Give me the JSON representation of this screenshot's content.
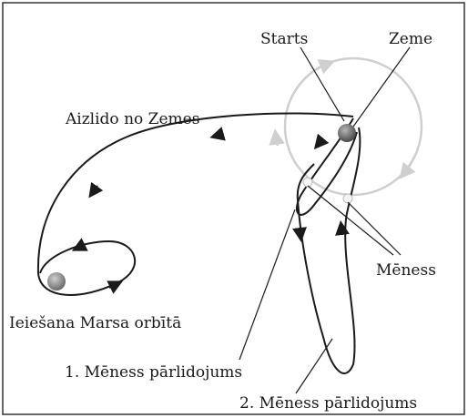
{
  "labels": {
    "launch": "Starts",
    "earth": "Zeme",
    "depart_earth": "Aizlido no Zemes",
    "moon": "Mēness",
    "mars_orbit_insertion": "Ieiešana Marsa orbītā",
    "first_lunar_flyby": "1. Mēness pārlidojums",
    "second_lunar_flyby": "2. Mēness pārlidojums"
  },
  "colors": {
    "frame": "#333333",
    "trajectory": "#1a1a1a",
    "moon_orbit": "#cfcfcf",
    "earth": "#6f6f6f",
    "mars": "#8a8a8a",
    "moon": "#f4f4f4"
  }
}
